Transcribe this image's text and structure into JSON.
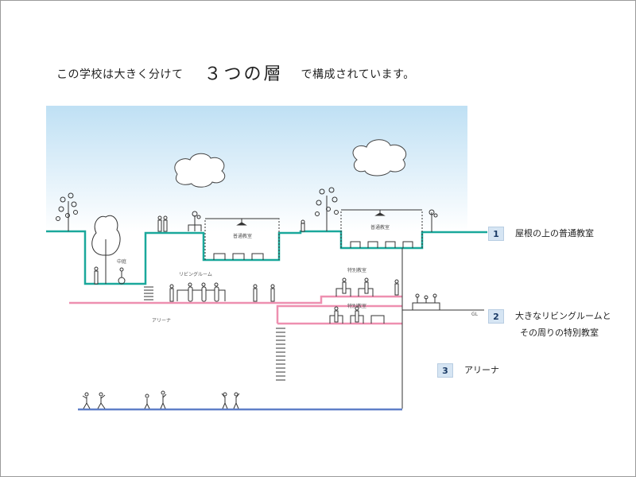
{
  "headline": {
    "prefix": "この学校は大きく分けて",
    "emphasis": "３つの層",
    "suffix": "で構成されています。"
  },
  "legend": [
    {
      "number": "1",
      "lines": [
        "屋根の上の普通教室"
      ]
    },
    {
      "number": "2",
      "lines": [
        "大きなリビングルームと",
        "その周りの特別教室"
      ]
    },
    {
      "number": "3",
      "lines": [
        "アリーナ"
      ]
    }
  ],
  "labels": {
    "classroom_left": "普通教室",
    "classroom_right": "普通教室",
    "courtyard": "中庭",
    "living_room": "リビングルーム",
    "special_room_upper": "特別教室",
    "special_room_lower": "特別教室",
    "arena": "アリーナ",
    "ground_level": "GL"
  },
  "colors": {
    "sky_top": "#bfe0f4",
    "sky_bottom": "#ffffff",
    "layer1_line": "#1aa89b",
    "layer2_line": "#ee8fb0",
    "layer3_line": "#5f7fc8",
    "legend_box": "#d6e5f3"
  }
}
